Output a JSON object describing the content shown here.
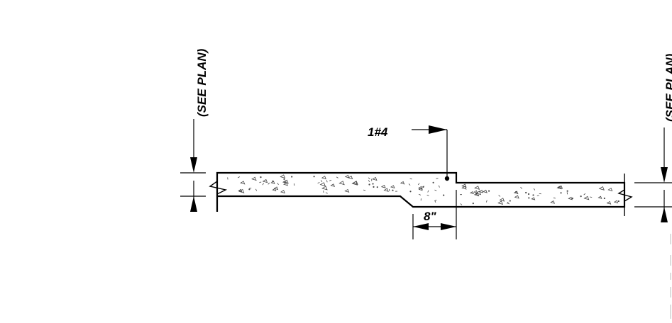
{
  "labels": {
    "see_plan_left": "(SEE PLAN)",
    "see_plan_right": "(SEE PLAN)",
    "rebar": "1#4",
    "dimension": "8\""
  },
  "colors": {
    "line": "#000000",
    "hatch": "#333333",
    "background": "#ffffff"
  }
}
